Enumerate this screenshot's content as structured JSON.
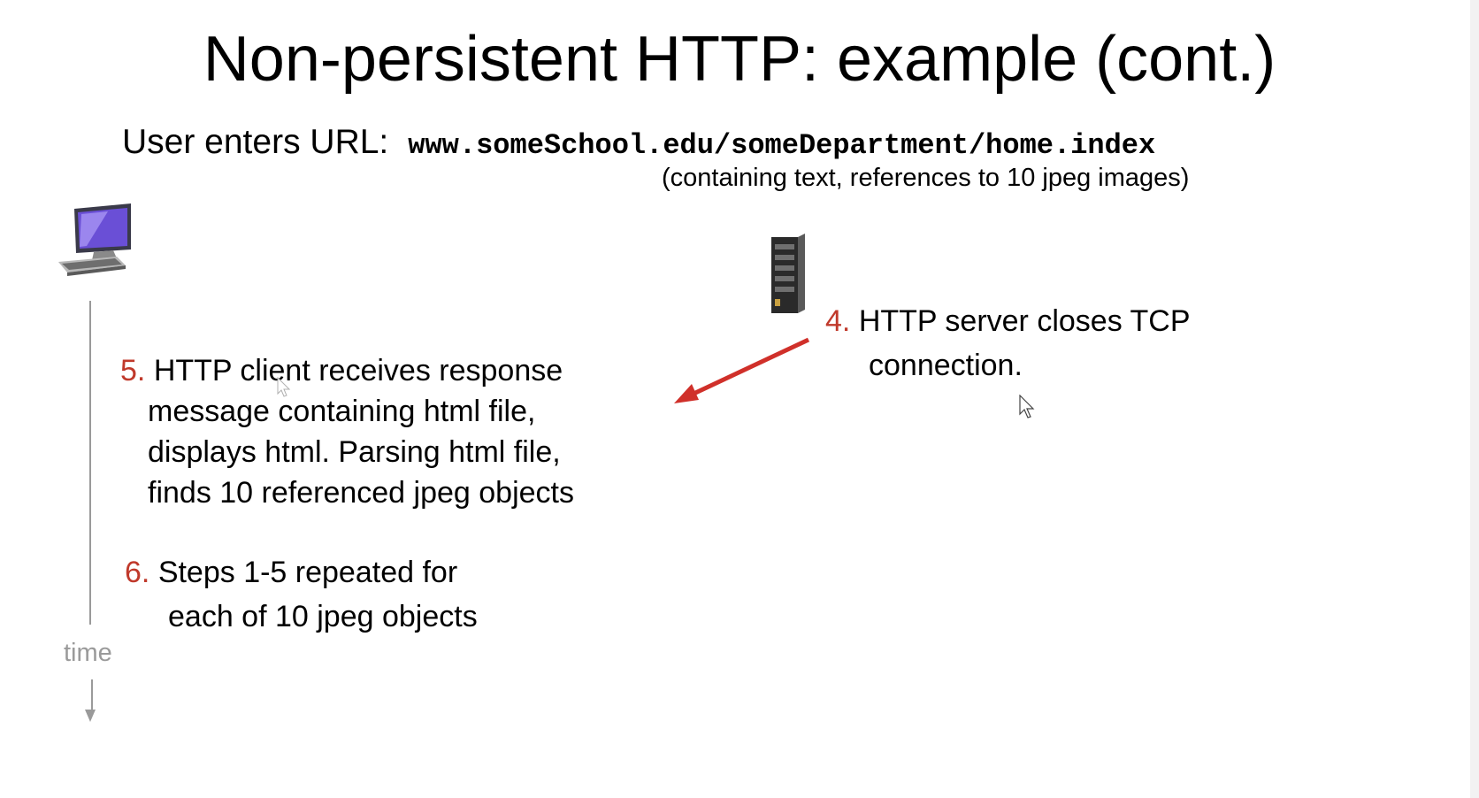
{
  "title": "Non-persistent HTTP: example (cont.)",
  "url_line": {
    "label": "User enters URL:",
    "url": "www.someSchool.edu/someDepartment/home.index",
    "note": "(containing text, references to 10 jpeg images)"
  },
  "steps": [
    {
      "num": "4.",
      "lines": [
        "HTTP server closes TCP",
        "connection."
      ]
    },
    {
      "num": "5.",
      "lines": [
        "HTTP client receives response",
        "message containing html file,",
        "displays html.  Parsing html file,",
        "finds 10 referenced jpeg  objects"
      ]
    },
    {
      "num": "6.",
      "lines": [
        "Steps 1-5 repeated for",
        "each of 10 jpeg objects"
      ]
    }
  ],
  "timeline": {
    "label": "time"
  },
  "icons": {
    "client": "desktop-computer-icon",
    "server": "server-tower-icon",
    "cursor": "mouse-pointer-icon"
  },
  "colors": {
    "step_number": "#c0392b",
    "arrow": "#d0302a",
    "timeline": "#9a9a9a"
  }
}
